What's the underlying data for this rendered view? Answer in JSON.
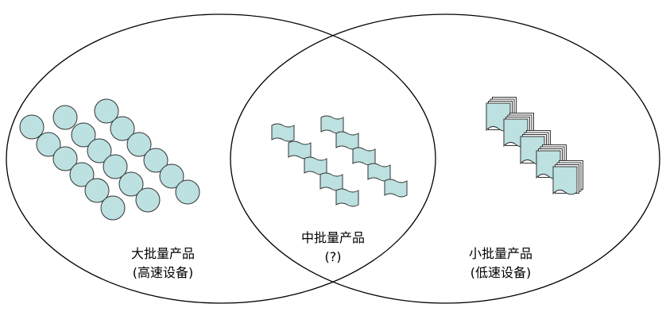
{
  "diagram": {
    "sets": [
      {
        "id": "large",
        "label_line1": "大批量产品",
        "label_line2": "(高速设备)",
        "icon": "circle"
      },
      {
        "id": "medium",
        "label_line1": "中批量产品",
        "label_line2": "(?)",
        "icon": "wavy-card"
      },
      {
        "id": "small",
        "label_line1": "小批量产品",
        "label_line2": "(低速设备)",
        "icon": "card-stack"
      }
    ],
    "colors": {
      "ellipse_stroke": "#000000",
      "icon_fill": "#bde0e0",
      "icon_stroke": "#333333",
      "background": "#ffffff"
    }
  }
}
